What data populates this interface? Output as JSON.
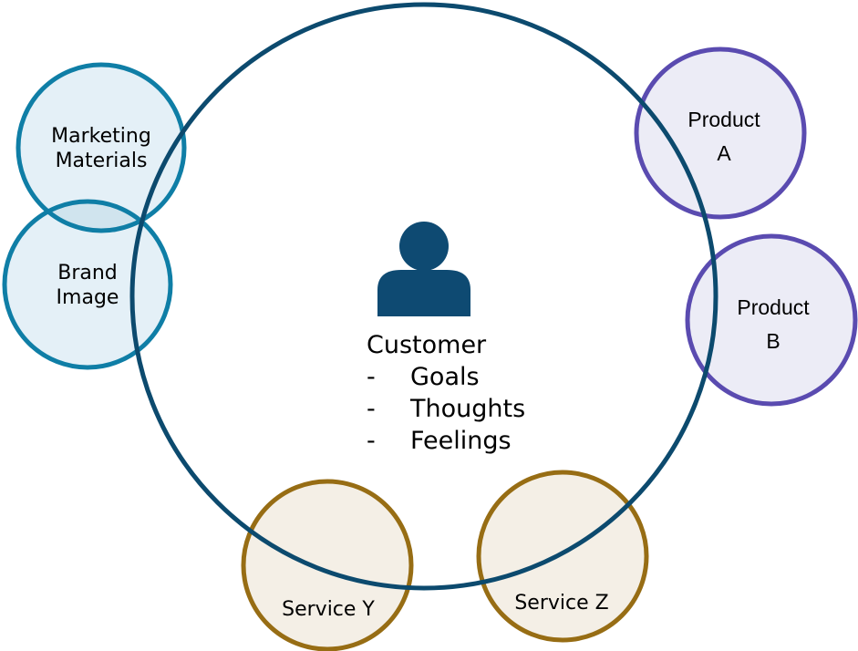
{
  "colors": {
    "main_ring": "#0c4a6e",
    "person_icon": "#0e4a72",
    "teal_stroke": "#0f7ea6",
    "teal_fill": "#e4f0f7",
    "teal_overlap": "#d0e4ee",
    "purple_stroke": "#5a4bb0",
    "purple_fill": "#ececf6",
    "gold_stroke": "#976d14",
    "gold_fill": "#f4efe6"
  },
  "center": {
    "icon": "person-icon",
    "title": "Customer",
    "items": [
      {
        "bullet": "-",
        "label": "Goals"
      },
      {
        "bullet": "-",
        "label": "Thoughts"
      },
      {
        "bullet": "-",
        "label": "Feelings"
      }
    ]
  },
  "nodes": {
    "marketing": {
      "line1": "Marketing",
      "line2": "Materials"
    },
    "brand": {
      "line1": "Brand",
      "line2": "Image"
    },
    "product_a": {
      "line1": "Product",
      "line2": "A"
    },
    "product_b": {
      "line1": "Product",
      "line2": "B"
    },
    "service_y": {
      "line1": "Service Y"
    },
    "service_z": {
      "line1": "Service Z"
    }
  }
}
